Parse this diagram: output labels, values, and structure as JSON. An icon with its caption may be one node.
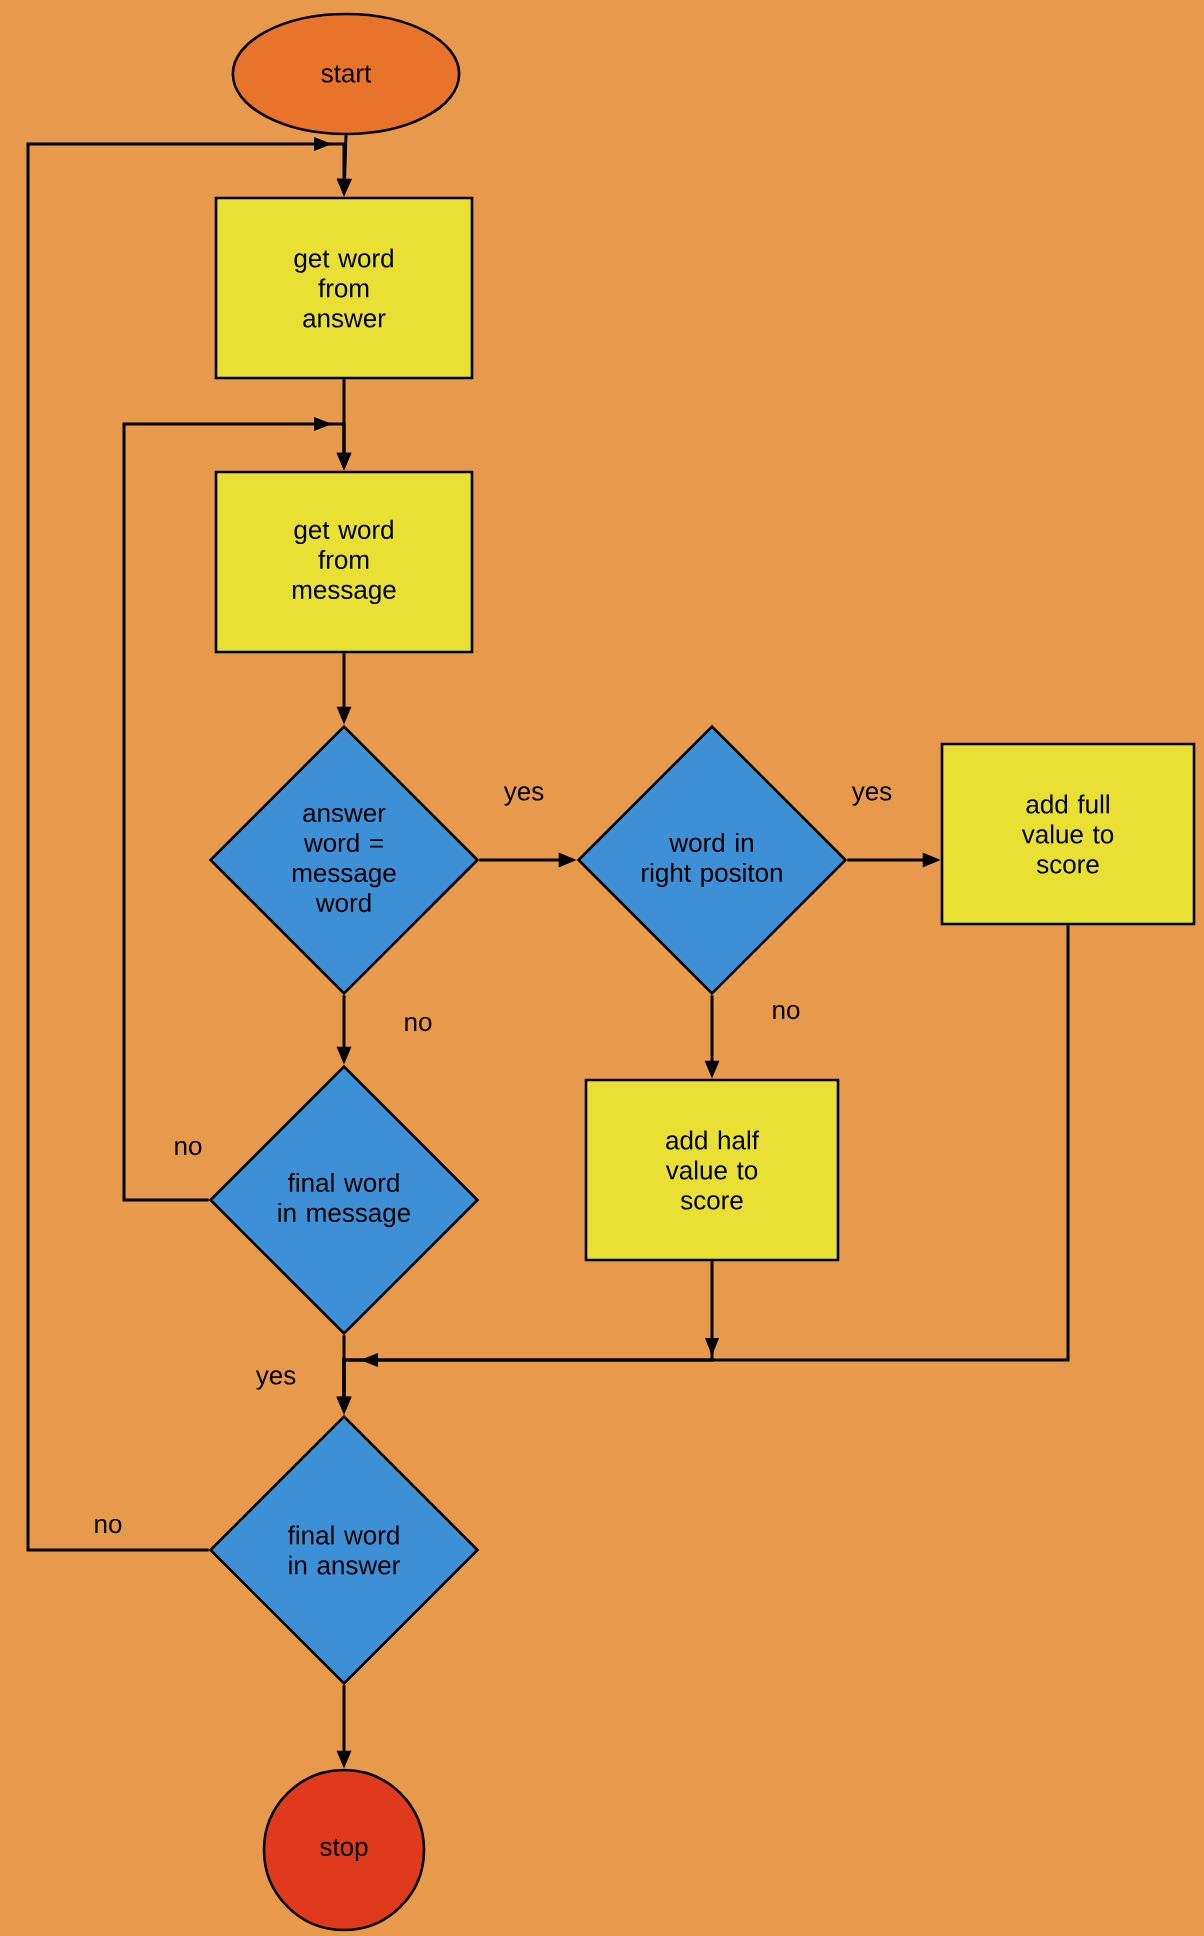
{
  "diagram": {
    "nodes": [
      {
        "text": [
          "start"
        ]
      },
      {
        "text": [
          "get word from answer"
        ]
      },
      {
        "text": [
          "get word from message"
        ]
      },
      {
        "text": [
          "answer word = message word"
        ]
      },
      {
        "text": [
          "word in right positon"
        ]
      },
      {
        "text": [
          "add full value to score"
        ]
      },
      {
        "text": [
          "final word in message"
        ]
      },
      {
        "text": [
          "add half value to score"
        ]
      },
      {
        "text": [
          "final word in answer"
        ]
      },
      {
        "text": [
          "stop"
        ]
      }
    ],
    "edges": [
      {
        "from": 0,
        "to": 1,
        "arrow": "to"
      },
      {
        "from": 1,
        "to": 2,
        "arrow": "to"
      },
      {
        "from": 2,
        "to": 3,
        "arrow": "to"
      },
      {
        "from": 3,
        "to": 4,
        "arrow": "to",
        "label": "yes"
      },
      {
        "from": 4,
        "to": 5,
        "arrow": "to",
        "label": "yes"
      },
      {
        "from": 4,
        "to": 7,
        "arrow": "to",
        "label": "no"
      },
      {
        "from": 3,
        "to": 6,
        "arrow": "to",
        "label": "no"
      },
      {
        "from": 6,
        "to": 2,
        "arrow": "to",
        "label": "no"
      },
      {
        "from": 7,
        "to": 8,
        "arrow": "to"
      },
      {
        "from": 5,
        "to": 8,
        "arrow": "to"
      },
      {
        "from": 6,
        "to": 8,
        "arrow": "to",
        "label": "yes"
      },
      {
        "from": 8,
        "to": 1,
        "arrow": "to",
        "label": "no"
      },
      {
        "from": 8,
        "to": 9,
        "arrow": "to"
      }
    ]
  }
}
